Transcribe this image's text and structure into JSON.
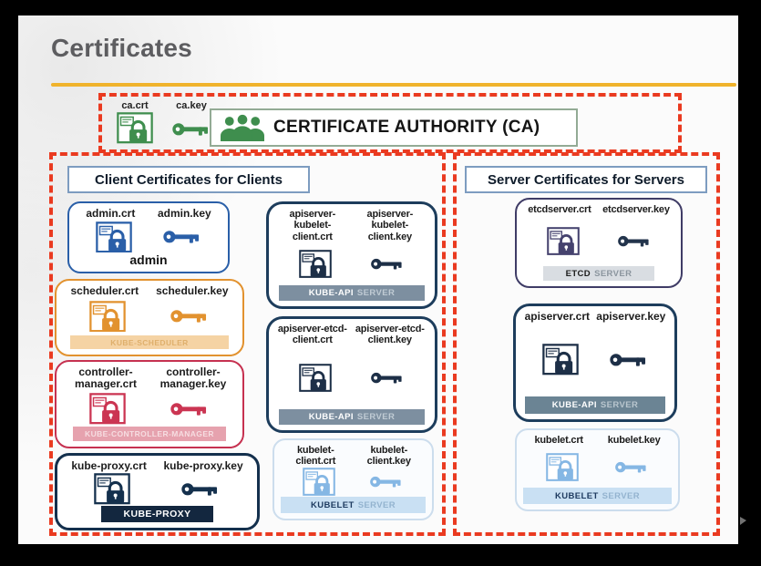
{
  "slide": {
    "title": "Certificates"
  },
  "colors": {
    "dashed_red": "#ea3a20",
    "gold_rule": "#f0b32c",
    "ca_green": "#3f8e4e",
    "admin_blue": "#2a5fa8",
    "scheduler_orange": "#e2922f",
    "controller_red": "#c63150",
    "navy": "#1d3d5c",
    "slate_bar": "#7d8fa0",
    "light_blue": "#85b7e4"
  },
  "ca": {
    "crt_label": "ca.crt",
    "key_label": "ca.key",
    "banner": "CERTIFICATE AUTHORITY (CA)"
  },
  "client_section": {
    "header": "Client Certificates for Clients",
    "cards": [
      {
        "id": "admin",
        "crt": "admin.crt",
        "key": "admin.key",
        "caption": "admin"
      },
      {
        "id": "scheduler",
        "crt": "scheduler.crt",
        "key": "scheduler.key",
        "bar": {
          "strong": "KUBE-SCHEDULER",
          "light": ""
        }
      },
      {
        "id": "controller-manager",
        "crt": "controller-manager.crt",
        "key": "controller-manager.key",
        "bar": {
          "strong": "KUBE-CONTROLLER-MANAGER",
          "light": ""
        }
      },
      {
        "id": "kube-proxy",
        "crt": "kube-proxy.crt",
        "key": "kube-proxy.key",
        "bar": {
          "strong": "KUBE-PROXY",
          "light": ""
        }
      },
      {
        "id": "apiserver-kubelet-client",
        "crt": "apiserver-kubelet-client.crt",
        "key": "apiserver-kubelet-client.key",
        "bar": {
          "strong": "KUBE-API",
          "light": "SERVER"
        }
      },
      {
        "id": "apiserver-etcd-client",
        "crt": "apiserver-etcd-client.crt",
        "key": "apiserver-etcd-client.key",
        "bar": {
          "strong": "KUBE-API",
          "light": "SERVER"
        }
      },
      {
        "id": "kubelet-client",
        "crt": "kubelet-client.crt",
        "key": "kubelet-client.key",
        "bar": {
          "strong": "KUBELET",
          "light": "SERVER"
        }
      }
    ]
  },
  "server_section": {
    "header": "Server Certificates for Servers",
    "cards": [
      {
        "id": "etcdserver",
        "crt": "etcdserver.crt",
        "key": "etcdserver.key",
        "bar": {
          "strong": "ETCD",
          "light": "SERVER"
        }
      },
      {
        "id": "apiserver",
        "crt": "apiserver.crt",
        "key": "apiserver.key",
        "bar": {
          "strong": "KUBE-API",
          "light": "SERVER"
        }
      },
      {
        "id": "kubelet",
        "crt": "kubelet.crt",
        "key": "kubelet.key",
        "bar": {
          "strong": "KUBELET",
          "light": "SERVER"
        }
      }
    ]
  }
}
